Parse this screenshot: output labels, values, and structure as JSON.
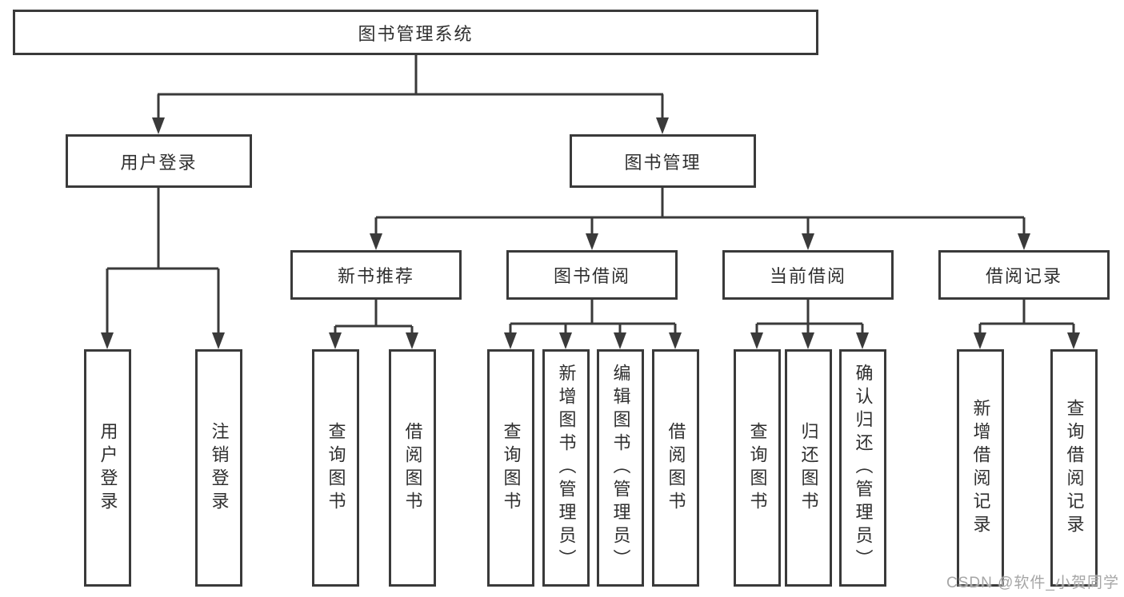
{
  "colors": {
    "line": "#3a3a3a",
    "text": "#2f2f2f",
    "background": "#ffffff",
    "watermark": "#a6a6a6"
  },
  "diagram_type": "hierarchy-tree",
  "nodes": {
    "root": "图书管理系统",
    "user_login": "用户登录",
    "book_mgmt": "图书管理",
    "new_book_rec": "新书推荐",
    "book_borrow": "图书借阅",
    "current_borrow": "当前借阅",
    "borrow_records": "借阅记录",
    "leaf_user_login": "用户登录",
    "leaf_logout": "注销登录",
    "leaf_query_book_rec": "查询图书",
    "leaf_borrow_book_rec": "借阅图书",
    "leaf_query_book_borrow": "查询图书",
    "leaf_add_book_admin": "新增图书（管理员）",
    "leaf_edit_book_admin": "编辑图书（管理员）",
    "leaf_borrow_book_borrow": "借阅图书",
    "leaf_query_book_current": "查询图书",
    "leaf_return_book": "归还图书",
    "leaf_confirm_return_admin": "确认归还（管理员）",
    "leaf_add_borrow_record": "新增借阅记录",
    "leaf_query_borrow_record": "查询借阅记录"
  },
  "watermark": "CSDN @软件_小贺同学"
}
